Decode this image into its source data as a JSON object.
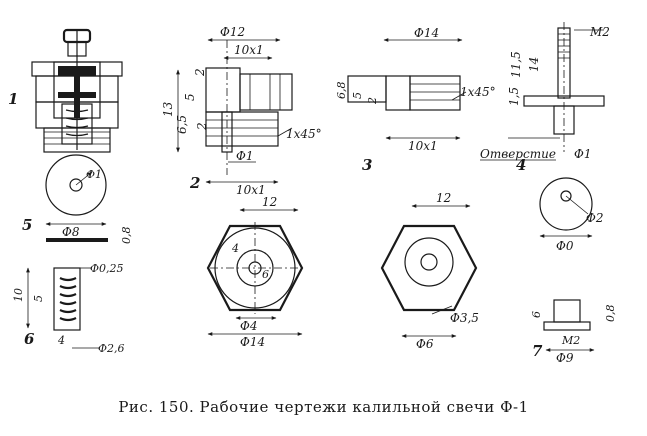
{
  "figure": {
    "caption": "Рис. 150. Рабочие чертежи калильной свечи Ф-1",
    "part_numbers": [
      "1",
      "2",
      "3",
      "4",
      "5",
      "6",
      "7"
    ],
    "part2": {
      "d12": "Φ12",
      "thread": "10x1",
      "h13": "13",
      "h5": "5",
      "h2": "2",
      "h6_5": "6,5",
      "h2b": "2",
      "chamfer": "1x45°",
      "d1": "Φ1",
      "thread2": "10x1"
    },
    "part3": {
      "d14": "Φ14",
      "h6_8": "6,8",
      "h5": "5",
      "h2": "2",
      "chamfer": "1x45°",
      "thread": "10x1"
    },
    "part4": {
      "m2": "M2",
      "h11_5": "11,5",
      "h14": "14",
      "h1_5": "1,5",
      "hole_label": "Отверстие",
      "d1": "Φ1"
    },
    "part5": {
      "d1": "Φ1",
      "d8": "Φ8",
      "t0_8": "0,8"
    },
    "part6": {
      "d0_25": "Φ0,25",
      "h10": "10",
      "h5": "5",
      "w4": "4",
      "d2_6": "Φ2,6"
    },
    "part7": {
      "h6": "6",
      "t0_8": "0,8",
      "m2": "M2",
      "d9": "Φ9"
    },
    "hex1": {
      "a12": "12",
      "d4": "Φ4",
      "d14": "Φ14",
      "c4": "4",
      "c6": "6"
    },
    "hex2": {
      "a12": "12",
      "d3_5": "Φ3,5",
      "d6": "Φ6"
    },
    "disc": {
      "d2": "Φ2",
      "d0": "Φ0"
    }
  }
}
